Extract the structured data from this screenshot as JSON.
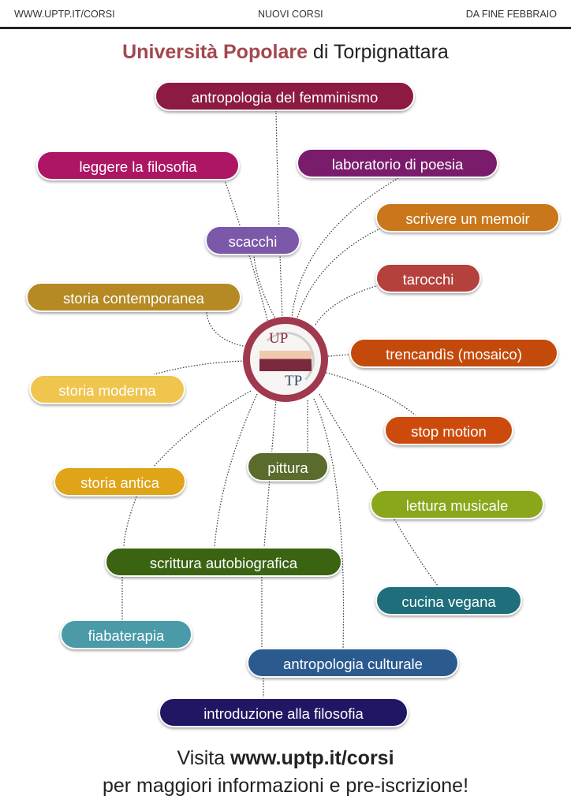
{
  "header": {
    "left": "WWW.UPTP.IT/CORSI",
    "center": "NUOVI CORSI",
    "right": "DA FINE FEBBRAIO"
  },
  "title": {
    "highlight": "Università Popolare",
    "rest": " di Torpignattara"
  },
  "logo": {
    "top_text": "UP",
    "bottom_text": "TP"
  },
  "courses": [
    {
      "label": "antropologia del femminismo",
      "color": "#8c1a42"
    },
    {
      "label": "leggere la filosofia",
      "color": "#ad1665"
    },
    {
      "label": "laboratorio di poesia",
      "color": "#7a1c6b"
    },
    {
      "label": "scrivere un memoir",
      "color": "#c9771a"
    },
    {
      "label": "scacchi",
      "color": "#7c58a8"
    },
    {
      "label": "tarocchi",
      "color": "#b5413c"
    },
    {
      "label": "storia contemporanea",
      "color": "#b58a24"
    },
    {
      "label": "trencandìs (mosaico)",
      "color": "#c44a0c"
    },
    {
      "label": "storia moderna",
      "color": "#efc54e"
    },
    {
      "label": "stop motion",
      "color": "#cc4b0c"
    },
    {
      "label": "pittura",
      "color": "#5a6b2c"
    },
    {
      "label": "storia antica",
      "color": "#e0a418"
    },
    {
      "label": "lettura musicale",
      "color": "#8aa71c"
    },
    {
      "label": "scrittura autobiografica",
      "color": "#3a6412"
    },
    {
      "label": "cucina vegana",
      "color": "#1e6f7b"
    },
    {
      "label": "fiabaterapia",
      "color": "#4a9aa8"
    },
    {
      "label": "antropologia culturale",
      "color": "#2b5a8f"
    },
    {
      "label": "introduzione alla filosofia",
      "color": "#201764"
    }
  ],
  "footer": {
    "line1_prefix": "Visita ",
    "line1_link": "www.uptp.it/corsi",
    "line2": "per maggiori informazioni e pre-iscrizione!"
  }
}
